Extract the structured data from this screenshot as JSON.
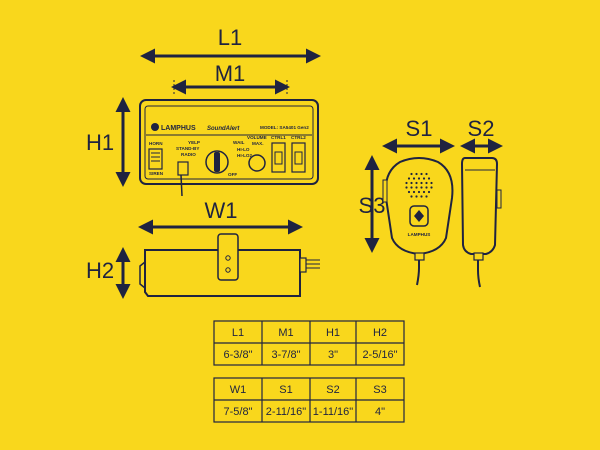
{
  "colors": {
    "background": "#F9D71C",
    "ink": "#1F2340"
  },
  "dimensions": {
    "L1": "L1",
    "M1": "M1",
    "H1": "H1",
    "W1": "W1",
    "H2": "H2",
    "S1": "S1",
    "S2": "S2",
    "S3": "S3"
  },
  "control_panel": {
    "brand": "LAMPHUS",
    "product": "SoundAlert",
    "model": "MODEL: SA5401 Gen2",
    "horn": "HORN",
    "siren": "SIREN",
    "modes": [
      "YELP",
      "WAIL",
      "STAND-BY",
      "HI-LO",
      "RADIO",
      "HI-LO2",
      "OFF"
    ],
    "volume": "VOLUME",
    "max": "MAX.",
    "ctrl1": "CTRL1",
    "ctrl2": "CTRL2"
  },
  "microphone": {
    "brand": "LAMPHUS"
  },
  "table1": {
    "headers": [
      "L1",
      "M1",
      "H1",
      "H2"
    ],
    "values": [
      "6-3/8\"",
      "3-7/8\"",
      "3\"",
      "2-5/16\""
    ]
  },
  "table2": {
    "headers": [
      "W1",
      "S1",
      "S2",
      "S3"
    ],
    "values": [
      "7-5/8\"",
      "2-11/16\"",
      "1-11/16\"",
      "4\""
    ]
  }
}
